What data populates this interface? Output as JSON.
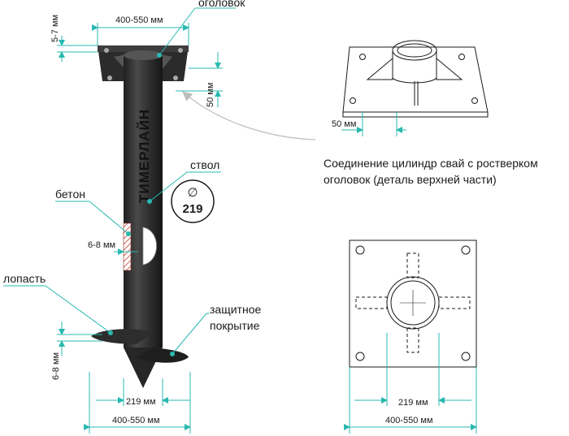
{
  "labels": {
    "head": "оголовок",
    "trunk": "ствол",
    "concrete": "бетон",
    "blade": "лопасть",
    "coating": "защитное покрытие",
    "coating_line1": "защитное",
    "coating_line2": "покрытие",
    "brand": "ТИМЕРЛАЙН",
    "diameter_symbol": "∅",
    "diameter_value": "219"
  },
  "dimensions": {
    "plate_width_top": "400-550 мм",
    "plate_thickness": "5-7 мм",
    "rib_height": "50 мм",
    "concrete_gap": "6-8 мм",
    "blade_thickness": "6-8 мм",
    "pipe_diameter_bottom": "219 мм",
    "blade_width_bottom": "400-550 мм",
    "detail_offset": "50 мм",
    "plan_pipe_diameter": "219 мм",
    "plan_plate_width": "400-550 мм"
  },
  "caption": {
    "line1": "Соединение цилиндр свай с ростверком",
    "line2": "оголовок (деталь верхней части)"
  },
  "colors": {
    "accent": "#29b9b0",
    "steel": "#3a3a3a",
    "concrete_hatch": "#c0392b"
  }
}
